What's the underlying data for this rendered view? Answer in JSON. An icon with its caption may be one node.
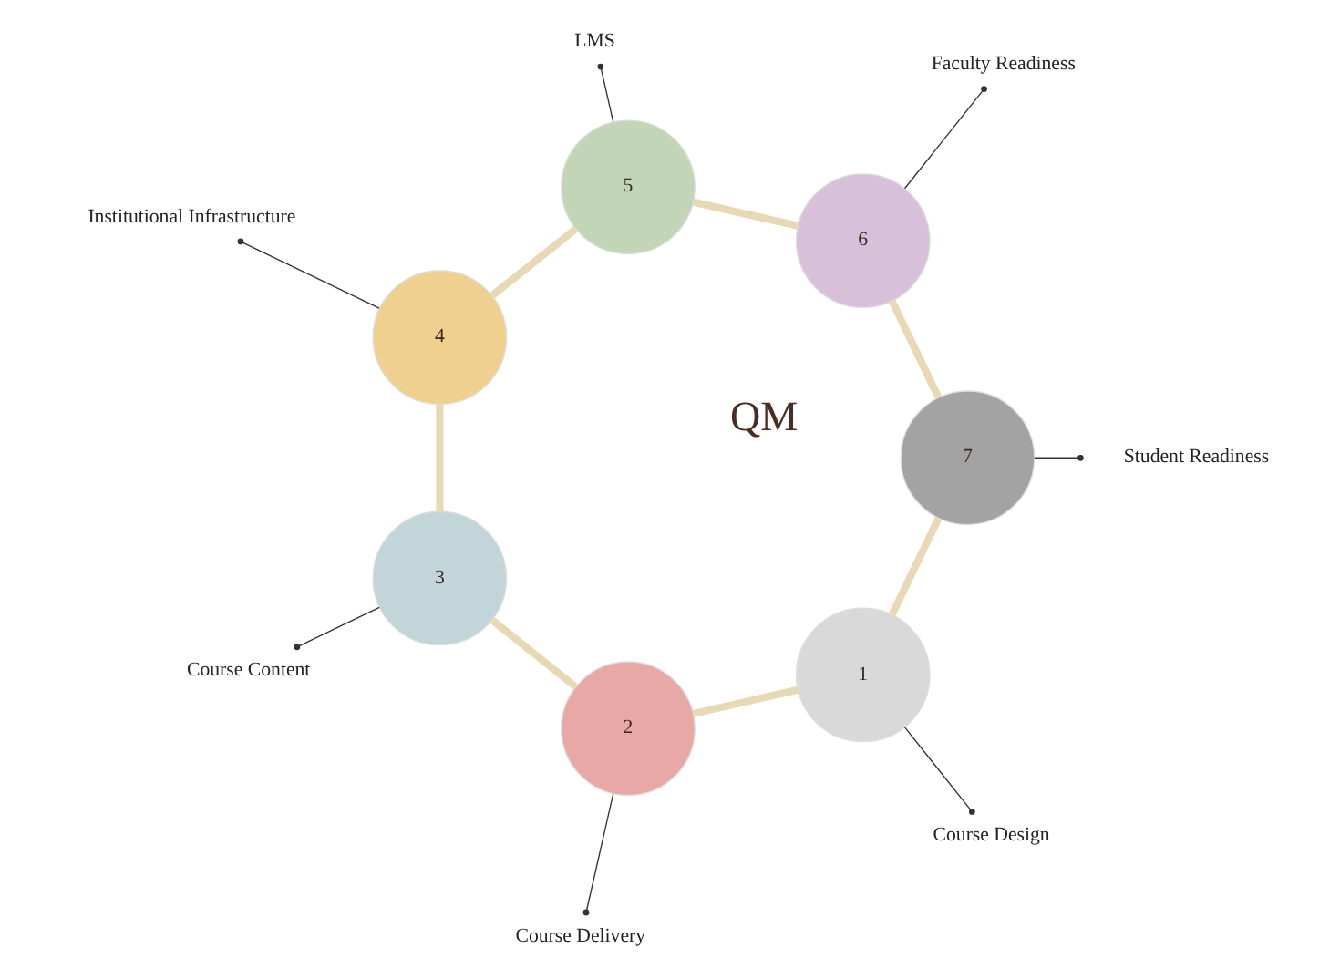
{
  "diagram": {
    "nodes": [
      {
        "text": [
          "1"
        ]
      },
      {
        "text": [
          "2"
        ]
      },
      {
        "text": [
          "3"
        ]
      },
      {
        "text": [
          "4"
        ]
      },
      {
        "text": [
          "5"
        ]
      },
      {
        "text": [
          "6"
        ]
      },
      {
        "text": [
          "7"
        ]
      },
      {
        "text": [
          "Course Design"
        ]
      },
      {
        "text": [
          "Course Delivery"
        ]
      },
      {
        "text": [
          "Course Content"
        ]
      },
      {
        "text": [
          "Institutional Infrastructure"
        ]
      },
      {
        "text": [
          "LMS"
        ]
      },
      {
        "text": [
          "Faculty Readiness"
        ]
      },
      {
        "text": [
          "Student Readiness"
        ]
      }
    ],
    "edges": [
      {
        "from": 0,
        "to": 1,
        "arrow": "none",
        "style": "thick"
      },
      {
        "from": 1,
        "to": 2,
        "arrow": "none",
        "style": "thick"
      },
      {
        "from": 2,
        "to": 3,
        "arrow": "none",
        "style": "thick"
      },
      {
        "from": 3,
        "to": 4,
        "arrow": "none",
        "style": "thick"
      },
      {
        "from": 4,
        "to": 5,
        "arrow": "none",
        "style": "thick"
      },
      {
        "from": 5,
        "to": 6,
        "arrow": "none",
        "style": "thick"
      },
      {
        "from": 6,
        "to": 0,
        "arrow": "none",
        "style": "thick"
      },
      {
        "from": 7,
        "to": 0,
        "arrow": "other",
        "color": "#333333"
      },
      {
        "from": 8,
        "to": 1,
        "arrow": "other",
        "color": "#333333"
      },
      {
        "from": 9,
        "to": 2,
        "arrow": "other",
        "color": "#333333"
      },
      {
        "from": 10,
        "to": 3,
        "arrow": "other",
        "color": "#333333"
      },
      {
        "from": 11,
        "to": 4,
        "arrow": "other",
        "color": "#333333"
      },
      {
        "from": 12,
        "to": 5,
        "arrow": "other",
        "color": "#333333"
      },
      {
        "from": 13,
        "to": 6,
        "arrow": "other",
        "color": "#333333"
      }
    ],
    "labels": [
      "QM"
    ]
  }
}
